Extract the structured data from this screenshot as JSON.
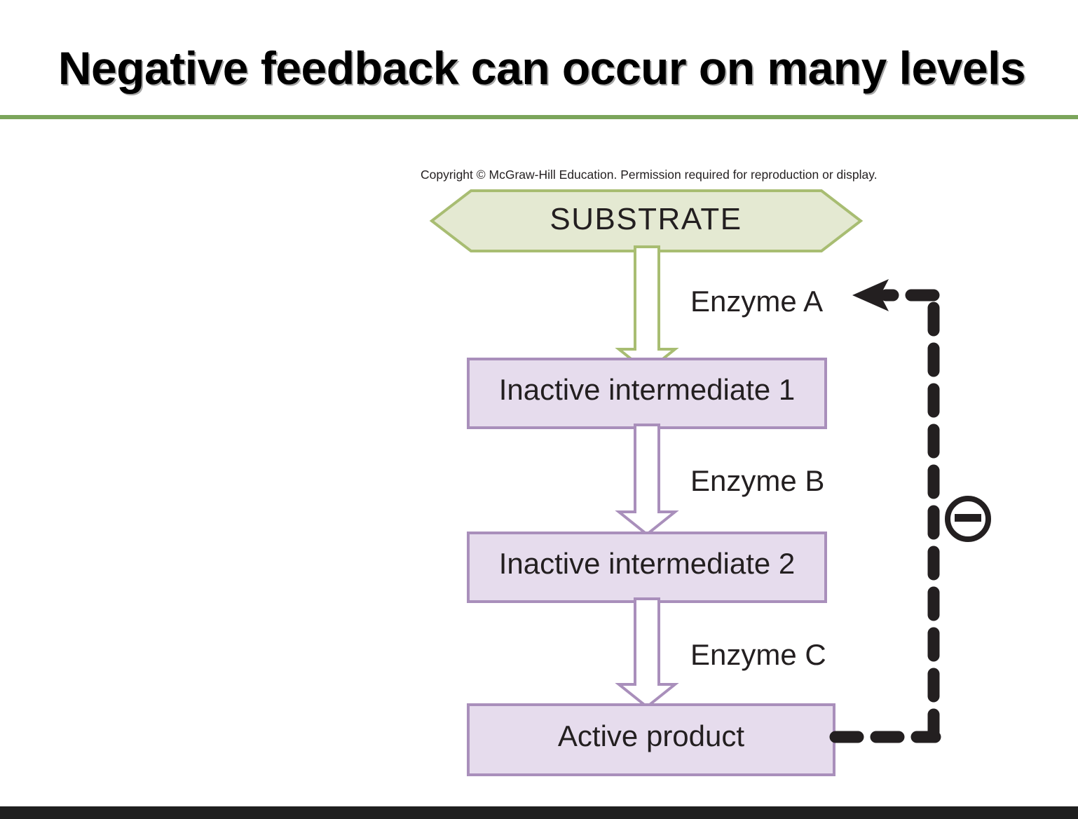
{
  "slide": {
    "title": "Negative feedback can occur on many levels",
    "accent_color": "#7ba55b",
    "footer_band_color": "#1f1f1f",
    "background_color": "#ffffff"
  },
  "figure": {
    "copyright": "Copyright © McGraw-Hill Education. Permission required for reproduction or display.",
    "substrate": {
      "label": "SUBSTRATE",
      "fill": "#e4e9d2",
      "stroke": "#a8bd72"
    },
    "steps": [
      {
        "enzyme": "Enzyme A",
        "arrow_color": "#a8bd72",
        "product": "Inactive intermediate 1",
        "product_fill": "#e6dced",
        "product_stroke": "#a98fbb"
      },
      {
        "enzyme": "Enzyme B",
        "arrow_color": "#a98fbb",
        "product": "Inactive intermediate 2",
        "product_fill": "#e6dced",
        "product_stroke": "#a98fbb"
      },
      {
        "enzyme": "Enzyme C",
        "arrow_color": "#a98fbb",
        "product": "Active product",
        "product_fill": "#e6dced",
        "product_stroke": "#a98fbb"
      }
    ],
    "feedback": {
      "symbol": "⊖",
      "symbol_meaning": "negative-feedback-minus",
      "line_style": "dashed",
      "line_color": "#231f20",
      "from": "Active product",
      "to": "Enzyme A"
    }
  }
}
